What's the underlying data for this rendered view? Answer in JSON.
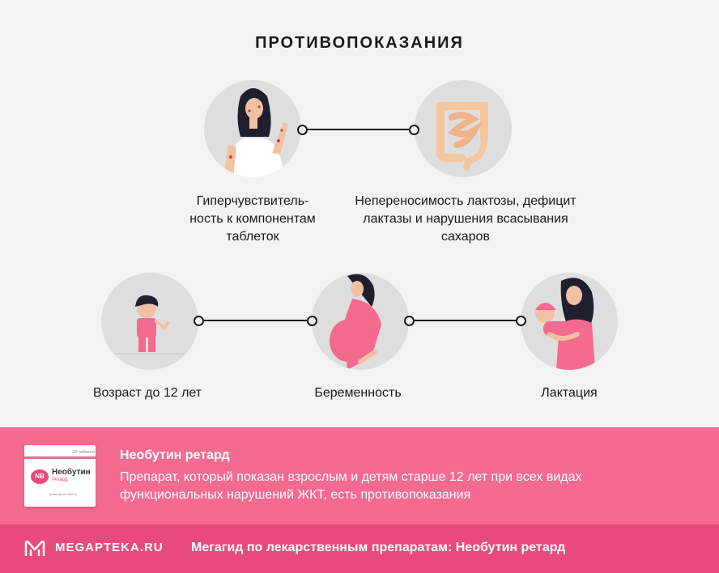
{
  "title": "ПРОТИВОПОКАЗАНИЯ",
  "items": [
    {
      "icon": "woman-allergy-icon",
      "label": "Гиперчувствитель-ность к компонентам таблеток"
    },
    {
      "icon": "intestine-icon",
      "label": "Непереносимость лактозы, дефицит лактазы и нарушения всасывания сахаров"
    },
    {
      "icon": "child-icon",
      "label": "Возраст до 12 лет"
    },
    {
      "icon": "pregnant-woman-icon",
      "label": "Беременность"
    },
    {
      "icon": "breastfeeding-mother-icon",
      "label": "Лактация"
    }
  ],
  "product": {
    "name": "Необутин ретард",
    "description": "Препарат, который показан взрослым и детям старше 12 лет при всех видах функциональных нарушений ЖКТ, есть противопоказания",
    "pack": {
      "logo": "NB",
      "brand": "Необутин",
      "subbrand": "Ретард",
      "count": "20 таблеток",
      "note": "Тримебутин 300 мг"
    }
  },
  "footer": {
    "logo_text": "MEGAPTEKA.RU",
    "text": "Мегагид по лекарственным препаратам: Необутин ретард"
  },
  "colors": {
    "accent": "#f56a8f",
    "accent_dark": "#e84b7b",
    "background": "#f3f3f3",
    "circle": "#dedede"
  }
}
